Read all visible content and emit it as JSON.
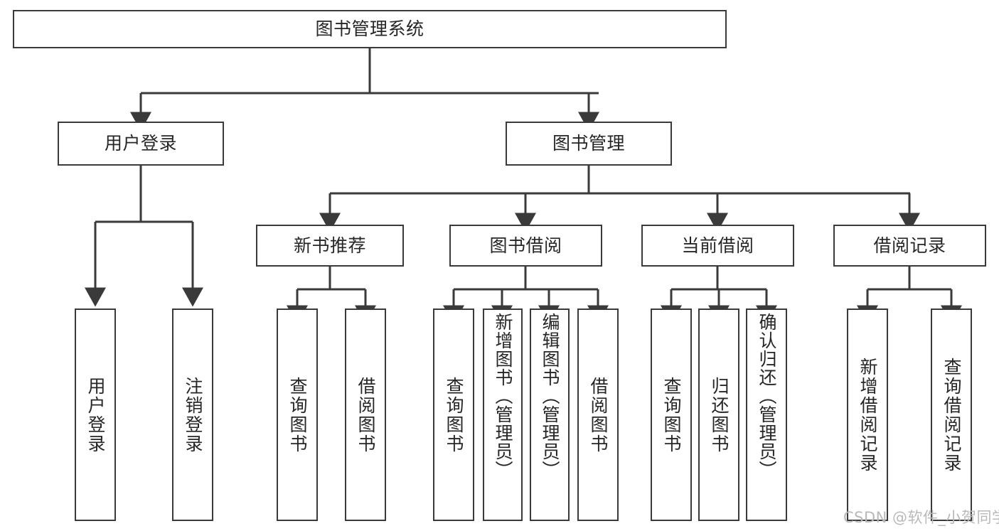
{
  "diagram": {
    "type": "hierarchy-tree",
    "title": "图书管理系统",
    "colors": {
      "box_stroke": "#3a3a3a",
      "box_fill": "#ffffff",
      "edge": "#3a3a3a",
      "text": "#262626",
      "watermark": "#b9b9b9",
      "background": "#ffffff"
    },
    "levels": {
      "root": {
        "label": "图书管理系统"
      },
      "level2": [
        {
          "id": "user-login",
          "label": "用户登录"
        },
        {
          "id": "book-management",
          "label": "图书管理"
        }
      ],
      "level3": [
        {
          "id": "new-book-recommend",
          "label": "新书推荐"
        },
        {
          "id": "book-borrow",
          "label": "图书借阅"
        },
        {
          "id": "current-borrow",
          "label": "当前借阅"
        },
        {
          "id": "borrow-record",
          "label": "借阅记录"
        }
      ],
      "leaves": [
        {
          "id": "leaf-user-login",
          "label": "用户登录",
          "parent": "user-login"
        },
        {
          "id": "leaf-logout-login",
          "label": "注销登录",
          "parent": "user-login"
        },
        {
          "id": "leaf-query-book-1",
          "label": "查询图书",
          "parent": "new-book-recommend"
        },
        {
          "id": "leaf-borrow-book-1",
          "label": "借阅图书",
          "parent": "new-book-recommend"
        },
        {
          "id": "leaf-query-book-2",
          "label": "查询图书",
          "parent": "book-borrow"
        },
        {
          "id": "leaf-add-book-admin",
          "label": "新增图书（管理员）",
          "parent": "book-borrow"
        },
        {
          "id": "leaf-edit-book-admin",
          "label": "编辑图书（管理员）",
          "parent": "book-borrow"
        },
        {
          "id": "leaf-borrow-book-2",
          "label": "借阅图书",
          "parent": "book-borrow"
        },
        {
          "id": "leaf-query-book-3",
          "label": "查询图书",
          "parent": "current-borrow"
        },
        {
          "id": "leaf-return-book",
          "label": "归还图书",
          "parent": "current-borrow"
        },
        {
          "id": "leaf-confirm-return-admin",
          "label": "确认归还（管理员）",
          "parent": "current-borrow"
        },
        {
          "id": "leaf-add-borrow-record",
          "label": "新增借阅记录",
          "parent": "borrow-record"
        },
        {
          "id": "leaf-query-borrow-record",
          "label": "查询借阅记录",
          "parent": "borrow-record"
        }
      ]
    },
    "watermark": "CSDN @软件_小贺同学"
  }
}
